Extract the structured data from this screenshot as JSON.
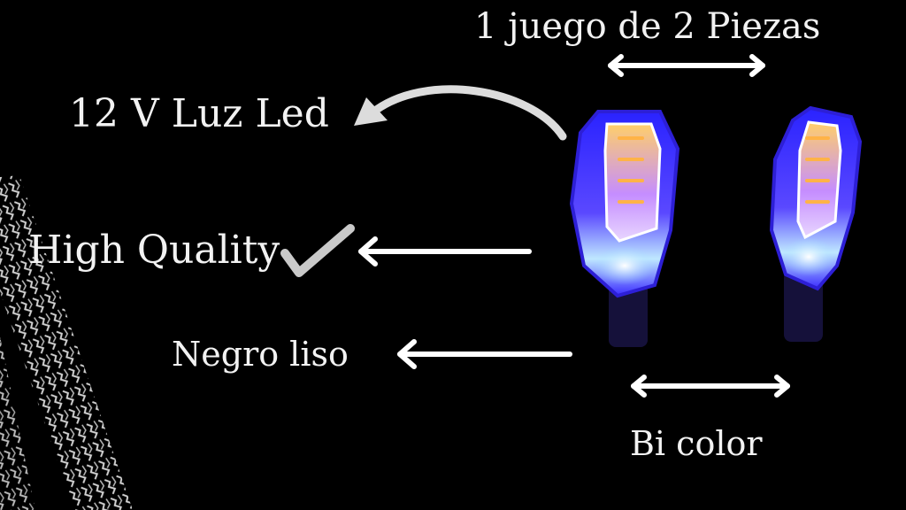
{
  "labels": {
    "set_text": "1 juego de 2 Piezas",
    "voltage_text": "12 V  Luz Led",
    "quality_text": "High Quality",
    "finish_text": "Negro liso",
    "color_text": "Bi color"
  },
  "colors": {
    "background": "#000000",
    "text": "#f2f2f2",
    "led_amber": "#ffb347",
    "led_blue": "#3a2bff",
    "led_white": "#e8f6ff",
    "housing": "#1a1440"
  }
}
